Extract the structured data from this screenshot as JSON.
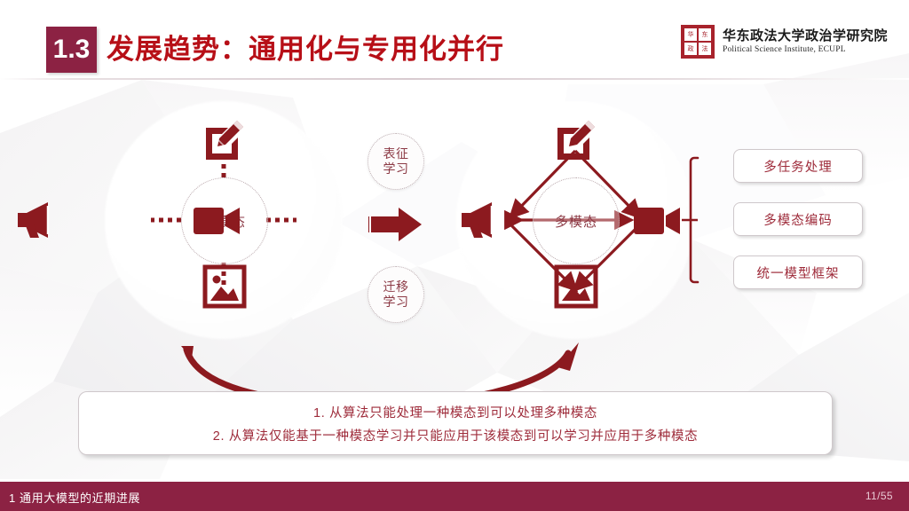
{
  "header": {
    "section_number": "1.3",
    "title": "发展趋势：通用化与专用化并行",
    "logo": {
      "seal_chars": [
        "华",
        "东",
        "政",
        "法"
      ],
      "name_cn": "华东政法大学政治学研究院",
      "name_en": "Political Science Institute, ECUPL"
    }
  },
  "diagram": {
    "left_cluster": {
      "center_label": "单模态",
      "nodes": [
        {
          "name": "edit-icon",
          "label": "编辑",
          "position": "top"
        },
        {
          "name": "megaphone-icon",
          "label": "语音",
          "position": "left"
        },
        {
          "name": "video-camera-icon",
          "label": "视频",
          "position": "right"
        },
        {
          "name": "image-icon",
          "label": "图像",
          "position": "bottom"
        }
      ],
      "connector_style": "dotted"
    },
    "middle": {
      "top_circle_lines": [
        "表征",
        "学习"
      ],
      "bottom_circle_lines": [
        "迁移",
        "学习"
      ],
      "arrow": "right-arrow-icon"
    },
    "right_cluster": {
      "center_label": "多模态",
      "nodes": [
        {
          "name": "edit-icon",
          "label": "编辑",
          "position": "top"
        },
        {
          "name": "megaphone-icon",
          "label": "语音",
          "position": "left"
        },
        {
          "name": "video-camera-icon",
          "label": "视频",
          "position": "right"
        },
        {
          "name": "image-icon",
          "label": "图像",
          "position": "bottom"
        }
      ],
      "connector_style": "solid-arrows-diamond"
    },
    "outcome_boxes": [
      {
        "label": "多任务处理"
      },
      {
        "label": "多模态编码"
      },
      {
        "label": "统一模型框架"
      }
    ]
  },
  "summary": {
    "line1": "1. 从算法只能处理一种模态到可以处理多种模态",
    "line2": "2. 从算法仅能基于一种模态学习并只能应用于该模态到可以学习并应用于多种模态"
  },
  "footer": {
    "section_label": "1 通用大模型的近期进展",
    "page": "11/55"
  },
  "colors": {
    "brand_maroon": "#8c2243",
    "title_red": "#b70f17",
    "icon_red": "#8c1a1f",
    "text_red": "#9e2b3a",
    "background": "#ffffff"
  }
}
